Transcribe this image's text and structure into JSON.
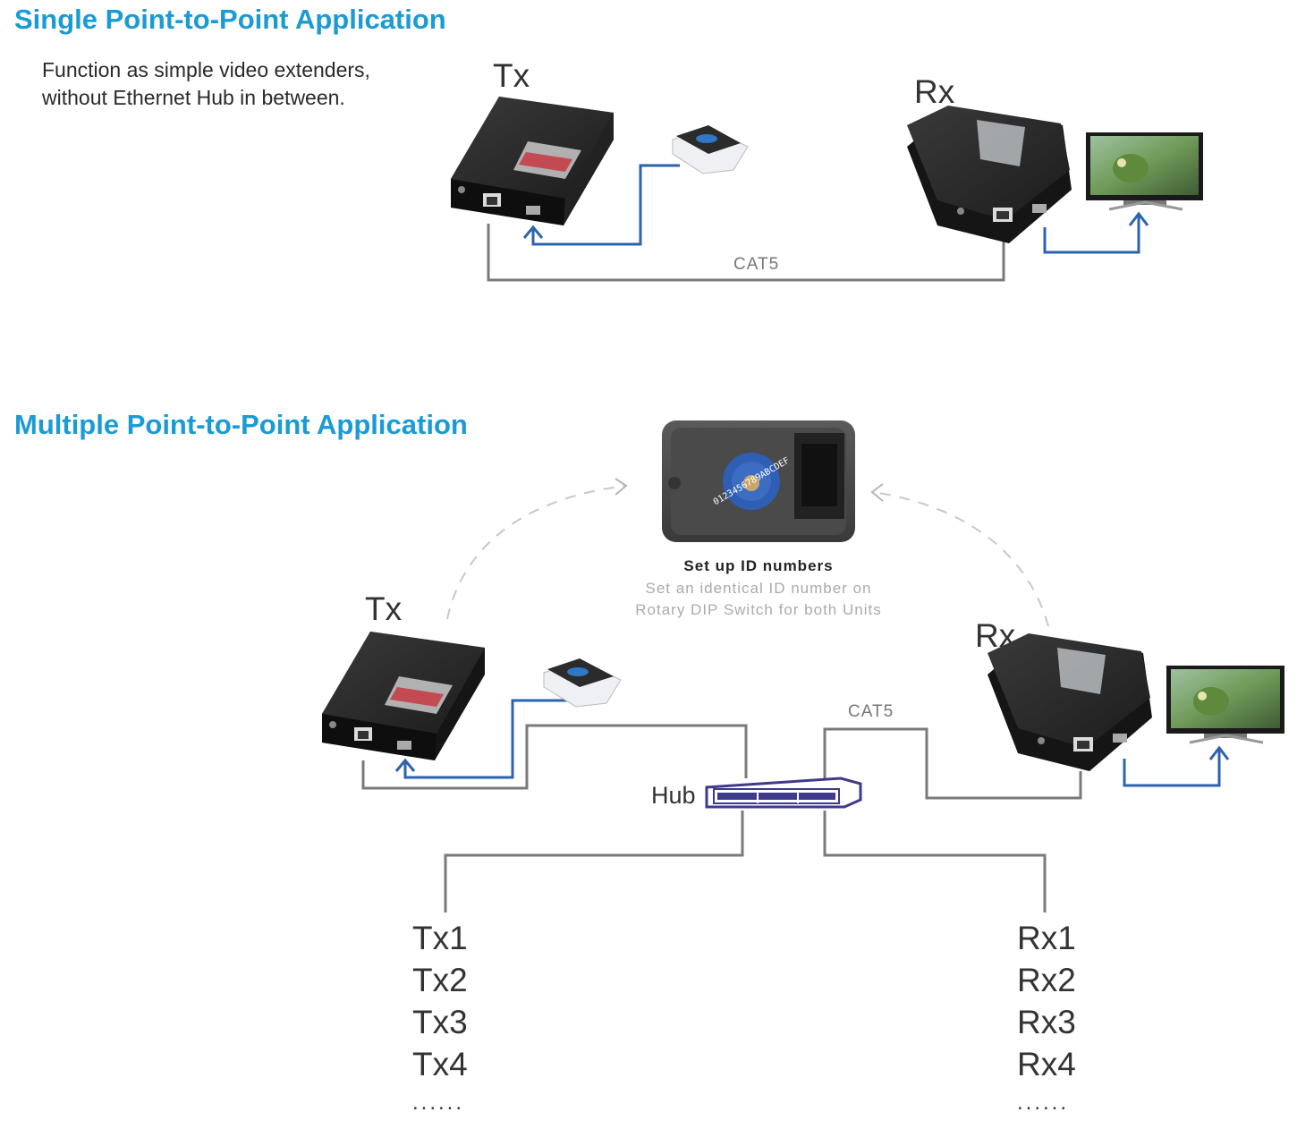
{
  "single": {
    "title": "Single Point-to-Point Application",
    "desc_line1": "Function as simple video extenders,",
    "desc_line2": "without Ethernet Hub in between.",
    "tx_label": "Tx",
    "rx_label": "Rx",
    "cable_label": "CAT5"
  },
  "multi": {
    "title": "Multiple Point-to-Point Application",
    "tx_label": "Tx",
    "rx_label": "Rx",
    "cable_label": "CAT5",
    "hub_label": "Hub",
    "setup_title": "Set up ID numbers",
    "setup_desc_line1": "Set an identical ID number on",
    "setup_desc_line2": "Rotary DIP Switch for both Units",
    "dip_digits": "0123456789ABCDEF",
    "tx_list": [
      "Tx1",
      "Tx2",
      "Tx3",
      "Tx4",
      "......"
    ],
    "rx_list": [
      "Rx1",
      "Rx2",
      "Rx3",
      "Rx4",
      "......"
    ]
  },
  "colors": {
    "title_blue": "#1a9bd5",
    "hdmi_line_blue": "#2d63ad",
    "cat5_line_gray": "#7a7a7a",
    "hub_purple": "#3e3a8c"
  }
}
